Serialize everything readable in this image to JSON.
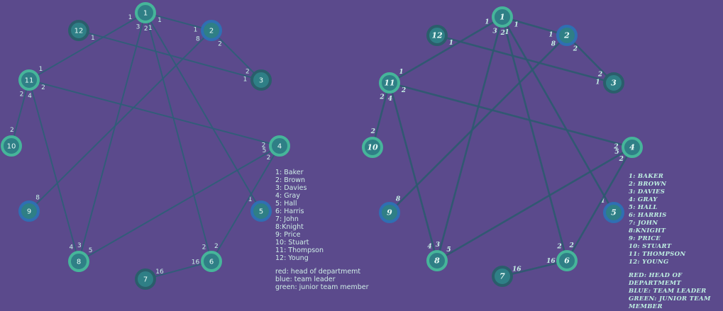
{
  "legend": {
    "people": [
      "1: Baker",
      "2: Brown",
      "3: Davies",
      "4: Gray",
      "5: Hall",
      "6: Harris",
      "7: John",
      "8:Knight",
      "9: Price",
      "10: Stuart",
      "11: Thompson",
      "12: Young"
    ],
    "roles": [
      "red: head of departmemt",
      "blue: team leader",
      "green: junior team member"
    ]
  },
  "nodes": [
    {
      "id": "1",
      "label": "1",
      "kind": "teal"
    },
    {
      "id": "2",
      "label": "2",
      "kind": "blue"
    },
    {
      "id": "3",
      "label": "3",
      "kind": "dark"
    },
    {
      "id": "4",
      "label": "4",
      "kind": "teal"
    },
    {
      "id": "5",
      "label": "5",
      "kind": "blue"
    },
    {
      "id": "6",
      "label": "6",
      "kind": "teal"
    },
    {
      "id": "7",
      "label": "7",
      "kind": "dark"
    },
    {
      "id": "8",
      "label": "8",
      "kind": "teal"
    },
    {
      "id": "9",
      "label": "9",
      "kind": "blue"
    },
    {
      "id": "10",
      "label": "10",
      "kind": "teal"
    },
    {
      "id": "11",
      "label": "11",
      "kind": "teal"
    },
    {
      "id": "12",
      "label": "12",
      "kind": "dark"
    }
  ],
  "edges": [
    {
      "from": "1",
      "to": "2",
      "label_from": "1",
      "label_to": "1"
    },
    {
      "from": "1",
      "to": "11",
      "label_from": "1",
      "label_to": "1"
    },
    {
      "from": "1",
      "to": "8",
      "label_from": "3",
      "label_to": "3"
    },
    {
      "from": "1",
      "to": "6",
      "label_from": "2",
      "label_to": "2"
    },
    {
      "from": "1",
      "to": "5",
      "label_from": "1",
      "label_to": "1"
    },
    {
      "from": "2",
      "to": "3",
      "label_from": "2",
      "label_to": "2"
    },
    {
      "from": "2",
      "to": "9",
      "label_from": "8",
      "label_to": "8"
    },
    {
      "from": "12",
      "to": "3",
      "label_from": "1",
      "label_to": "1"
    },
    {
      "from": "11",
      "to": "4",
      "label_from": "2",
      "label_to": "2"
    },
    {
      "from": "11",
      "to": "10",
      "label_from": "2",
      "label_to": "2"
    },
    {
      "from": "11",
      "to": "8",
      "label_from": "4",
      "label_to": "4"
    },
    {
      "from": "4",
      "to": "8",
      "label_from": "5",
      "label_to": "5"
    },
    {
      "from": "4",
      "to": "6",
      "label_from": "2",
      "label_to": "2"
    },
    {
      "from": "6",
      "to": "7",
      "label_from": "16",
      "label_to": "16"
    }
  ],
  "colors": {
    "background": "#5b4a8c",
    "node_fill": "#2f7f86",
    "blue_ring": "#2f6fb3",
    "teal_ring": "#46b59a",
    "dark_ring": "#2a5e6b",
    "edge": "#2e5f78",
    "text": "#cfeee7"
  }
}
